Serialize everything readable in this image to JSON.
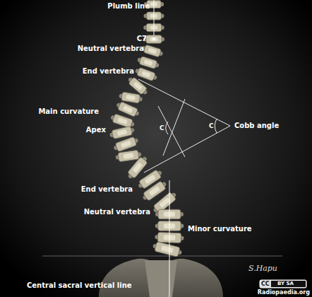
{
  "diagram": {
    "labels": [
      "Plumb line",
      "C7",
      "Neutral vertebra",
      "End vertebra",
      "Main curvature",
      "Apex",
      "C",
      "C",
      "Cobb angle",
      "End vertebra",
      "Neutral vertebra",
      "Minor curvature",
      "Central sacral vertical line",
      "S.Hapu",
      "CC",
      "BY SA",
      "Radiopaedia.org"
    ]
  }
}
